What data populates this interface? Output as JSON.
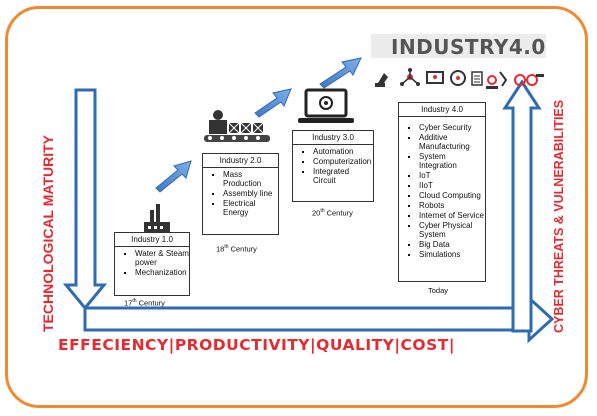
{
  "stages": [
    {
      "title": "Industry 1.0",
      "items": [
        "Water & Steam power",
        "Mechanization"
      ],
      "era": "17",
      "era_sup": "th",
      "era_suffix": " Century"
    },
    {
      "title": "Industry 2.0",
      "items": [
        "Mass Production",
        "Assembly line",
        "Electrical Energy"
      ],
      "era": "18",
      "era_sup": "th",
      "era_suffix": " Century"
    },
    {
      "title": "Industry 3.0",
      "items": [
        "Automation",
        "Computerization",
        "Integrated Circuit"
      ],
      "era": "20",
      "era_sup": "th",
      "era_suffix": " Century"
    },
    {
      "title": "Industry 4.0",
      "items": [
        "Cyber Security",
        "Additive Manufacturing",
        "System Integration",
        "IoT",
        "IIoT",
        "Cloud Computing",
        "Robots",
        "Internet of Service",
        "Cyber Physical System",
        "Big Data",
        "Simulations"
      ],
      "era": "Today"
    }
  ],
  "banner": "INDUSTRY4.0",
  "left_label": "TECHNOLOGICAL MATURITY",
  "right_label": "CYBER THREATS & VULNERABILITIES",
  "bottom_label": "EFFECIENCY|PRODUCTIVITY|QUALITY|COST|",
  "colors": {
    "frame": "#f08a30",
    "arrow_outline": "#2e6bb3",
    "arrow_fill": "#5b8fd6",
    "label_red": "#e8292f"
  }
}
